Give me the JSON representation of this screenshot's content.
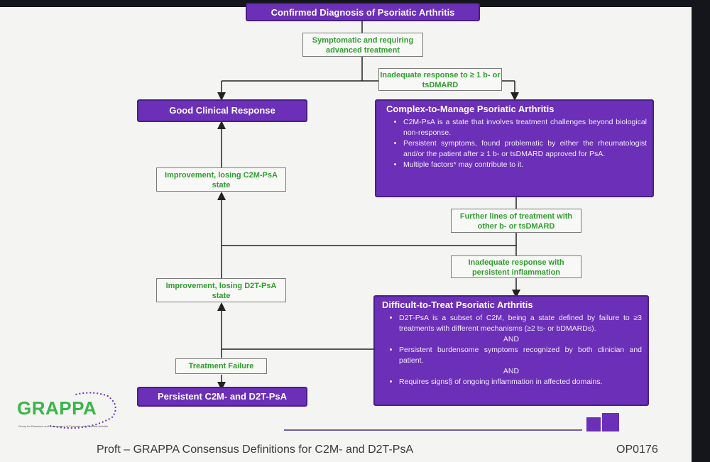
{
  "diagram": {
    "top_title": "Confirmed Diagnosis of  Psoriatic Arthritis",
    "symptomatic_label": "Symptomatic and requiring advanced treatment",
    "inadequate_1_label": "Inadequate response to ≥ 1 b- or tsDMARD",
    "good_response": "Good Clinical Response",
    "c2m": {
      "title": "Complex-to-Manage Psoriatic Arthritis",
      "bullets": [
        "C2M-PsA is a state that involves treatment challenges beyond biological non-response.",
        "Persistent symptoms, found problematic by either the rheumatologist and/or the patient after ≥ 1 b- or tsDMARD approved for PsA.",
        "Multiple factors* may contribute to it."
      ]
    },
    "improvement_c2m_label": "Improvement, losing C2M-PsA state",
    "further_lines_label": "Further lines of treatment with other b- or tsDMARD",
    "inadequate_2_label": "Inadequate response with persistent inflammation",
    "improvement_d2t_label": "Improvement, losing D2T-PsA state",
    "d2t": {
      "title": "Difficult-to-Treat Psoriatic Arthritis",
      "bullet_1": "D2T-PsA is a subset of C2M, being a state defined by failure to ≥3 treatments with different mechanisms (≥2 ts- or bDMARDs).",
      "and_1": "AND",
      "bullet_2": "Persistent burdensome symptoms recognized by both clinician and patient.",
      "and_2": "AND",
      "bullet_3": "Requires signs§ of ongoing inflammation in affected domains."
    },
    "treatment_failure_label": "Treatment Failure",
    "persistent_label": "Persistent C2M- and D2T-PsA"
  },
  "logo": {
    "name": "GRAPPA",
    "subtitle": "Group for Research and Assessment of Psoriasis and Psoriatic Arthritis"
  },
  "footer": {
    "caption": "Proft – GRAPPA Consensus Definitions for C2M- and D2T-PsA",
    "code": "OP0176"
  },
  "colors": {
    "purple": "#6b2fb8",
    "green": "#2f9e2f",
    "logo_green": "#3bb54a"
  }
}
